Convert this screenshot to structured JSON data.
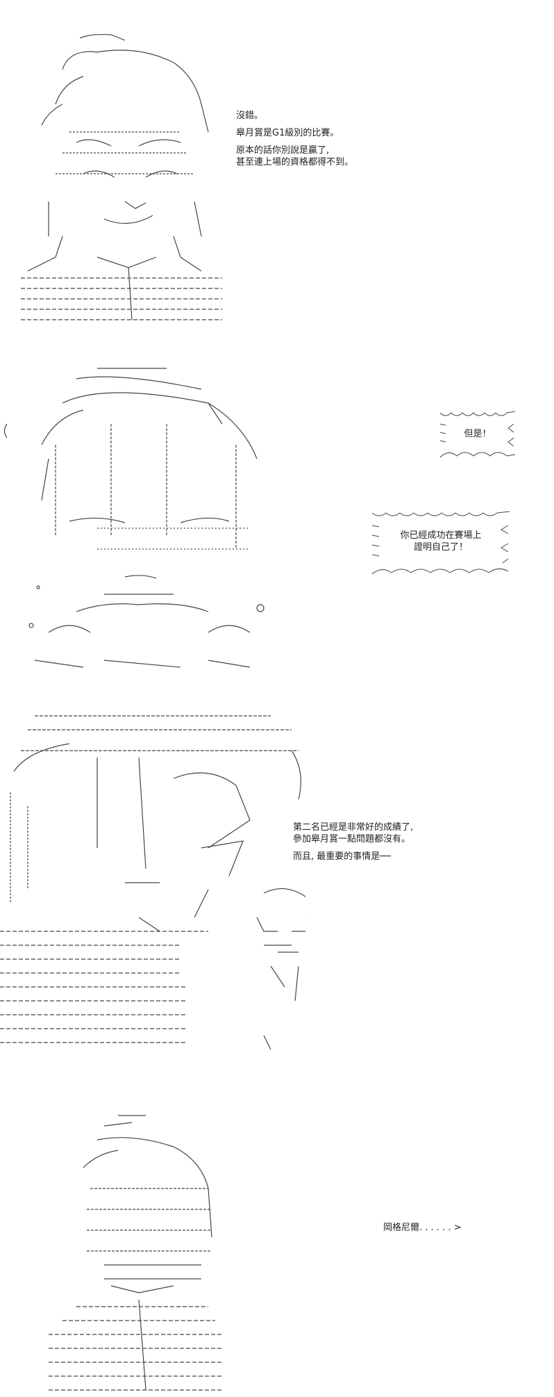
{
  "panel1": {
    "dialogue": [
      "沒錯。",
      "皋月賞是G1級別的比賽。",
      "原本的話你別說是贏了,\n甚至連上場的資格都得不到。"
    ]
  },
  "panel2": {
    "bubble1": "但是！",
    "bubble2": "你已經成功在賽場上\n證明自己了！"
  },
  "panel3": {
    "dialogue": [
      "第二名已經是非常好的成績了,\n參加皋月賞一點問題都沒有。",
      "而且, 最重要的事情是──"
    ]
  },
  "panel4": {
    "dialogue": "岡格尼爾. . . . . . >"
  }
}
